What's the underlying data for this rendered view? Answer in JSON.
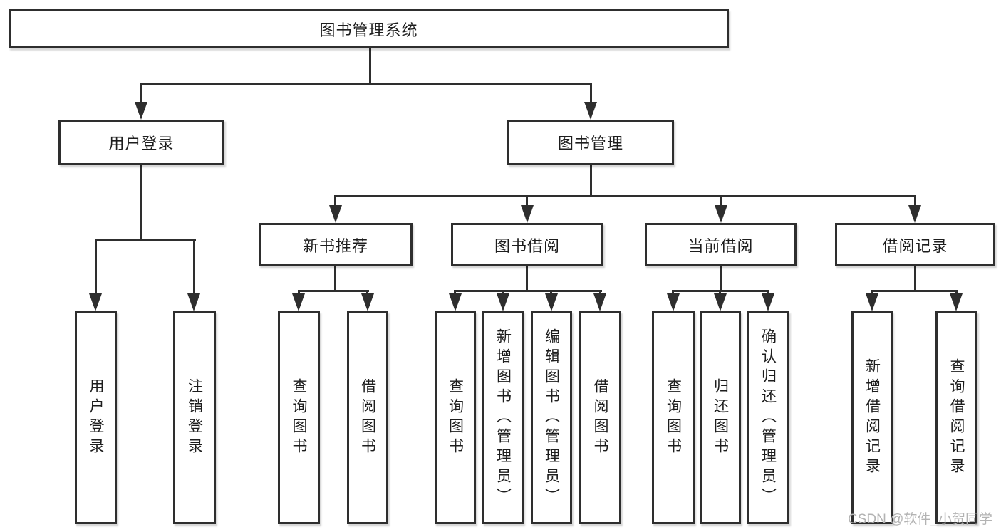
{
  "tree": {
    "label": "图书管理系统",
    "children": [
      {
        "label": "用户登录",
        "children": [
          {
            "label": "用户登录"
          },
          {
            "label": "注销登录"
          }
        ]
      },
      {
        "label": "图书管理",
        "children": [
          {
            "label": "新书推荐",
            "children": [
              {
                "label": "查询图书"
              },
              {
                "label": "借阅图书"
              }
            ]
          },
          {
            "label": "图书借阅",
            "children": [
              {
                "label": "查询图书"
              },
              {
                "label": "新增图书（管理员）"
              },
              {
                "label": "编辑图书（管理员）"
              },
              {
                "label": "借阅图书"
              }
            ]
          },
          {
            "label": "当前借阅",
            "children": [
              {
                "label": "查询图书"
              },
              {
                "label": "归还图书"
              },
              {
                "label": "确认归还（管理员）"
              }
            ]
          },
          {
            "label": "借阅记录",
            "children": [
              {
                "label": "新增借阅记录"
              },
              {
                "label": "查询借阅记录"
              }
            ]
          }
        ]
      }
    ]
  },
  "watermark": {
    "text": "CSDN @软件_小贺同学"
  },
  "colors": {
    "line": "#2e2e2e",
    "text": "#1d1d1d",
    "watermark": "#b3b3b3",
    "background": "#ffffff"
  }
}
